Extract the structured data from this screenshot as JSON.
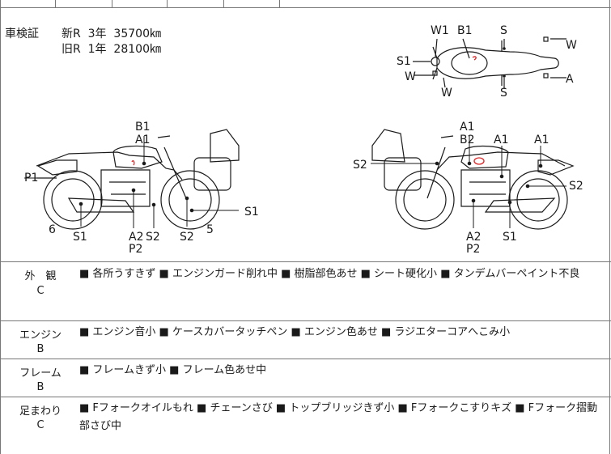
{
  "shaken": {
    "label": "車検証",
    "new": "新R  3年  35700㎞",
    "old": "旧R  1年  28100㎞"
  },
  "top_view": {
    "labels": [
      "W1",
      "B1",
      "S",
      "S1",
      "W",
      "W",
      "W",
      "S",
      "A"
    ]
  },
  "left_view": {
    "labels": [
      "B1",
      "A1",
      "P1",
      "6",
      "S1",
      "A2",
      "S2",
      "P2",
      "S2",
      "5",
      "S1"
    ]
  },
  "right_view": {
    "labels": [
      "A1",
      "B2",
      "S2",
      "A1",
      "A1",
      "S2",
      "A2",
      "P2",
      "S1"
    ]
  },
  "rows": [
    {
      "cat1": "外　観",
      "cat2": "C",
      "text": "■ 各所うすきず ■ エンジンガード削れ中 ■ 樹脂部色あせ ■ シート硬化小 ■ タンデムバーペイント不良"
    },
    {
      "cat1": "エンジン",
      "cat2": "B",
      "text": "■ エンジン音小 ■ ケースカバータッチペン ■ エンジン色あせ ■ ラジエターコアへこみ小"
    },
    {
      "cat1": "フレーム",
      "cat2": "B",
      "text": "■ フレームきず小 ■ フレーム色あせ中"
    },
    {
      "cat1": "足まわり",
      "cat2": "C",
      "text": "■ Fフォークオイルもれ ■ チェーンさび ■ トップブリッジきず小 ■ Fフォークこすりキズ ■ Fフォーク摺動部さび中"
    }
  ]
}
